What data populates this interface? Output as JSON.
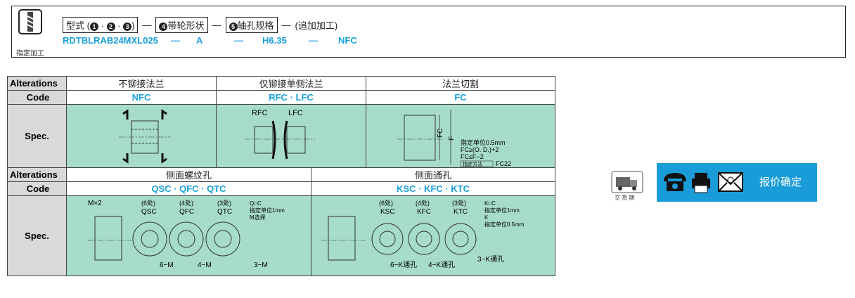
{
  "order": {
    "icon_label": "指定加工",
    "seg_model_prefix": "型式 (",
    "seg_model_c1": "1",
    "seg_model_dot1": "·",
    "seg_model_c2": "2",
    "seg_model_dot2": "·",
    "seg_model_c3": "3",
    "seg_model_suffix": ")",
    "seg_shape_circle": "4",
    "seg_shape_label": "带轮形状",
    "seg_bore_circle": "5",
    "seg_bore_label": "轴孔规格",
    "seg_extra": "(追加加工)",
    "dash": "—",
    "values": {
      "model": "RDTBLRAB24MXL025",
      "shape": "A",
      "bore": "H6.35",
      "extra": "NFC"
    }
  },
  "table": {
    "alterations_label": "Alterations",
    "code_label": "Code",
    "spec_label": "Spec.",
    "row1": {
      "col1_title": "不铆接法兰",
      "col2_title": "仅铆接单侧法兰",
      "col3_title": "法兰切割",
      "col1_code": "NFC",
      "col2_code": "RFC · LFC",
      "col3_code": "FC",
      "col2_rfc": "RFC",
      "col2_lfc": "LFC",
      "col3_fc": "FC",
      "col3_f": "F",
      "col3_notes": [
        "指定单位0.5mm",
        "FC≥(O. D.)+2",
        "FC≤F−2"
      ],
      "col3_tag": "指定方法",
      "col3_tag_val": "FC22"
    },
    "row2": {
      "col1_title": "侧面螺纹孔",
      "col2_title": "侧面通孔",
      "col1_code": "QSC · QFC · QTC",
      "col2_code": "KSC · KFC · KTC",
      "q_mx2": "M×2",
      "q_labels": [
        {
          "count": "(6处)",
          "code": "QSC"
        },
        {
          "count": "(4处)",
          "code": "QFC"
        },
        {
          "count": "(3处)",
          "code": "QTC"
        }
      ],
      "q_notes": [
        "Q□C",
        "指定单位1mm",
        "M选择"
      ],
      "q_bottom": [
        "6−M",
        "4−M",
        "3−M"
      ],
      "k_labels": [
        {
          "count": "(6处)",
          "code": "KSC"
        },
        {
          "count": "(4处)",
          "code": "KFC"
        },
        {
          "count": "(3处)",
          "code": "KTC"
        }
      ],
      "k_notes": [
        "K□C",
        "指定单位1mm",
        "K",
        "指定单位0.5mm"
      ],
      "k_bottom": [
        "6−K通孔",
        "4−K通孔",
        "3−K通孔"
      ]
    }
  },
  "side": {
    "truck_label": "交 货 期",
    "quote_label": "报价确定"
  },
  "colors": {
    "accent_blue": "#1aa0dc",
    "spec_green": "#a6dcc8",
    "header_gray": "#d9d9d9",
    "button_blue": "#1a9cd8"
  }
}
